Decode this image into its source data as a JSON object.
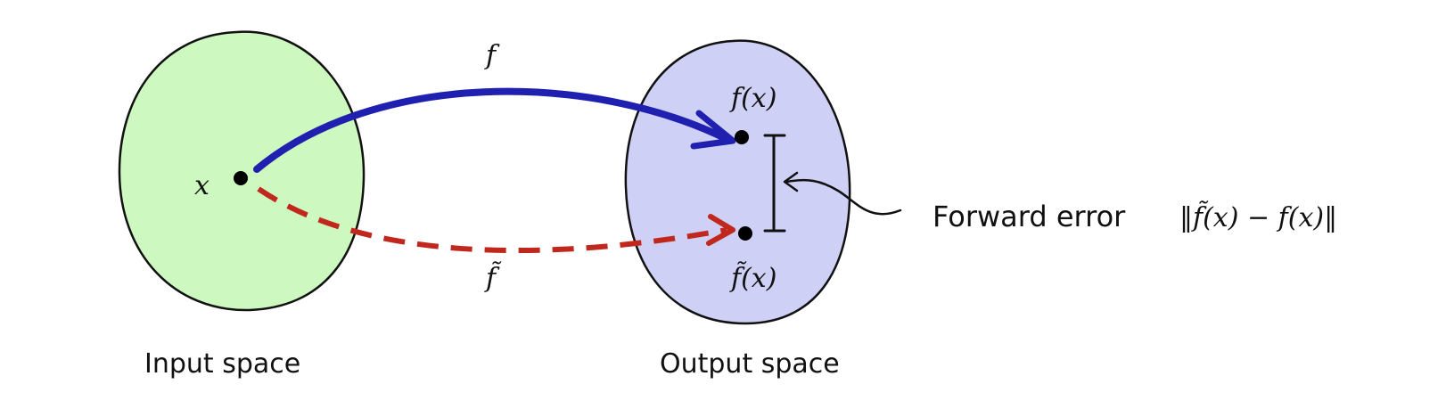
{
  "input_space": {
    "label": "Input space",
    "fill": "#cdf8c0",
    "point_label": "x"
  },
  "output_space": {
    "label": "Output space",
    "fill": "#cfd0f6",
    "exact_label": "f(x)",
    "approx_label": "f̃(x)"
  },
  "mappings": {
    "exact": {
      "label": "f",
      "color": "#1f1fb0"
    },
    "approx": {
      "label": "f̃",
      "color": "#c0271d"
    }
  },
  "annotation": {
    "text": "Forward error",
    "formula": "‖f̃(x) − f(x)‖"
  }
}
